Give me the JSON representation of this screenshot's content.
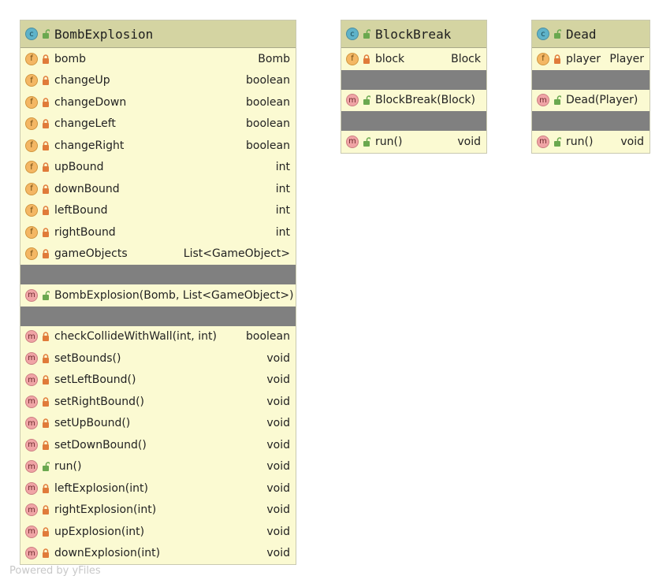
{
  "colors": {
    "private": "#e07b3a",
    "public": "#6aa84f",
    "header": "#d4d4a2",
    "body": "#fbfad2",
    "separator": "#808080"
  },
  "classes": [
    {
      "name": "BombExplosion",
      "kind_badge": "c",
      "fields": [
        {
          "badge": "f",
          "visibility": "private",
          "name": "bomb",
          "type": "Bomb"
        },
        {
          "badge": "f",
          "visibility": "private",
          "name": "changeUp",
          "type": "boolean"
        },
        {
          "badge": "f",
          "visibility": "private",
          "name": "changeDown",
          "type": "boolean"
        },
        {
          "badge": "f",
          "visibility": "private",
          "name": "changeLeft",
          "type": "boolean"
        },
        {
          "badge": "f",
          "visibility": "private",
          "name": "changeRight",
          "type": "boolean"
        },
        {
          "badge": "f",
          "visibility": "private",
          "name": "upBound",
          "type": "int"
        },
        {
          "badge": "f",
          "visibility": "private",
          "name": "downBound",
          "type": "int"
        },
        {
          "badge": "f",
          "visibility": "private",
          "name": "leftBound",
          "type": "int"
        },
        {
          "badge": "f",
          "visibility": "private",
          "name": "rightBound",
          "type": "int"
        },
        {
          "badge": "f",
          "visibility": "private",
          "name": "gameObjects",
          "type": "List<GameObject>"
        }
      ],
      "constructors": [
        {
          "badge": "m",
          "visibility": "public",
          "name": "BombExplosion(Bomb, List<GameObject>)",
          "type": ""
        }
      ],
      "methods": [
        {
          "badge": "m",
          "visibility": "private",
          "name": "checkCollideWithWall(int, int)",
          "type": "boolean"
        },
        {
          "badge": "m",
          "visibility": "private",
          "name": "setBounds()",
          "type": "void"
        },
        {
          "badge": "m",
          "visibility": "private",
          "name": "setLeftBound()",
          "type": "void"
        },
        {
          "badge": "m",
          "visibility": "private",
          "name": "setRightBound()",
          "type": "void"
        },
        {
          "badge": "m",
          "visibility": "private",
          "name": "setUpBound()",
          "type": "void"
        },
        {
          "badge": "m",
          "visibility": "private",
          "name": "setDownBound()",
          "type": "void"
        },
        {
          "badge": "m",
          "visibility": "public",
          "name": "run()",
          "type": "void"
        },
        {
          "badge": "m",
          "visibility": "private",
          "name": "leftExplosion(int)",
          "type": "void"
        },
        {
          "badge": "m",
          "visibility": "private",
          "name": "rightExplosion(int)",
          "type": "void"
        },
        {
          "badge": "m",
          "visibility": "private",
          "name": "upExplosion(int)",
          "type": "void"
        },
        {
          "badge": "m",
          "visibility": "private",
          "name": "downExplosion(int)",
          "type": "void"
        }
      ]
    },
    {
      "name": "BlockBreak",
      "kind_badge": "c",
      "fields": [
        {
          "badge": "f",
          "visibility": "private",
          "name": "block",
          "type": "Block"
        }
      ],
      "constructors": [
        {
          "badge": "m",
          "visibility": "public",
          "name": "BlockBreak(Block)",
          "type": ""
        }
      ],
      "methods": [
        {
          "badge": "m",
          "visibility": "public",
          "name": "run()",
          "type": "void"
        }
      ]
    },
    {
      "name": "Dead",
      "kind_badge": "c",
      "fields": [
        {
          "badge": "f",
          "visibility": "private",
          "name": "player",
          "type": "Player"
        }
      ],
      "constructors": [
        {
          "badge": "m",
          "visibility": "public",
          "name": "Dead(Player)",
          "type": ""
        }
      ],
      "methods": [
        {
          "badge": "m",
          "visibility": "public",
          "name": "run()",
          "type": "void"
        }
      ]
    }
  ],
  "watermark": "Powered by yFiles"
}
